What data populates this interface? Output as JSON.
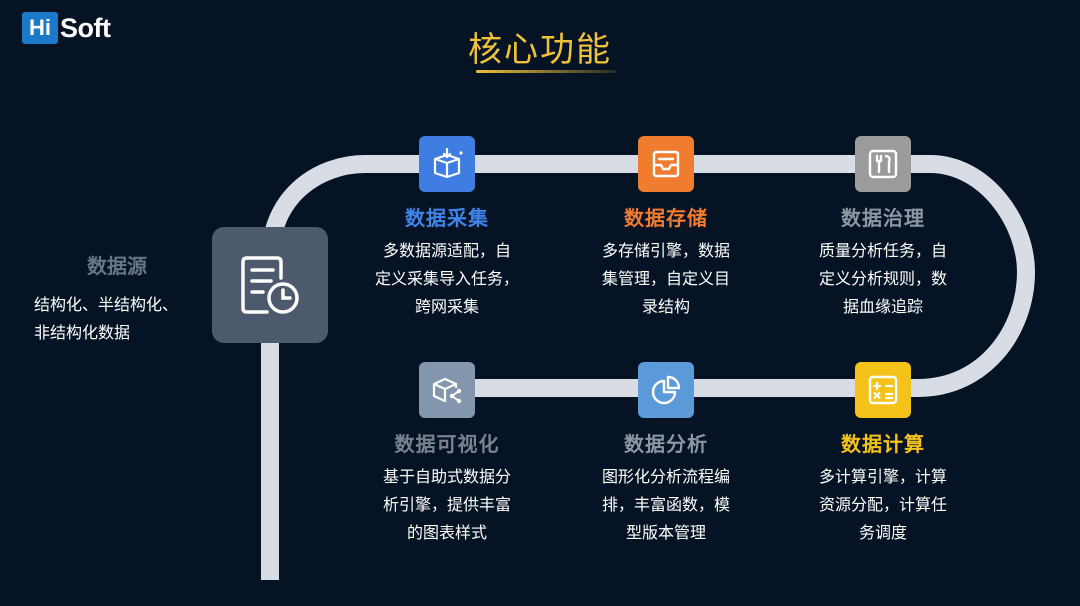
{
  "logo": {
    "hi": "Hi",
    "soft": "Soft"
  },
  "title": "核心功能",
  "source": {
    "title": "数据源",
    "desc_line1": "结构化、半结构化、",
    "desc_line2": "非结构化数据"
  },
  "cards": [
    {
      "name": "数据采集",
      "icon": "download-box-icon",
      "color": "#3f7de2",
      "name_color": "#3f84e8",
      "desc": [
        "多数据源适配，自",
        "定义采集导入任务，",
        "跨网采集"
      ]
    },
    {
      "name": "数据存储",
      "icon": "storage-tray-icon",
      "color": "#f07c30",
      "name_color": "#f07c30",
      "desc": [
        "多存储引擎，数据",
        "集管理，自定义目",
        "录结构"
      ]
    },
    {
      "name": "数据治理",
      "icon": "repair-tools-icon",
      "color": "#9b9b9b",
      "name_color": "#8c96a4",
      "desc": [
        "质量分析任务，自",
        "定义分析规则，数",
        "据血缘追踪"
      ]
    },
    {
      "name": "数据可视化",
      "icon": "share-cube-icon",
      "color": "#8496ae",
      "name_color": "#7a8190",
      "desc": [
        "基于自助式数据分",
        "析引擎，提供丰富",
        "的图表样式"
      ]
    },
    {
      "name": "数据分析",
      "icon": "pie-chart-icon",
      "color": "#5b9ad8",
      "name_color": "#8c96a4",
      "desc": [
        "图形化分析流程编",
        "排，丰富函数，模",
        "型版本管理"
      ]
    },
    {
      "name": "数据计算",
      "icon": "calculator-icon",
      "color": "#f5c21a",
      "name_color": "#f5c21a",
      "desc": [
        "多计算引擎，计算",
        "资源分配，计算任",
        "务调度"
      ]
    }
  ],
  "colors": {
    "background": "#051324",
    "track": "#d8dde5",
    "accent": "#f0c23a"
  }
}
